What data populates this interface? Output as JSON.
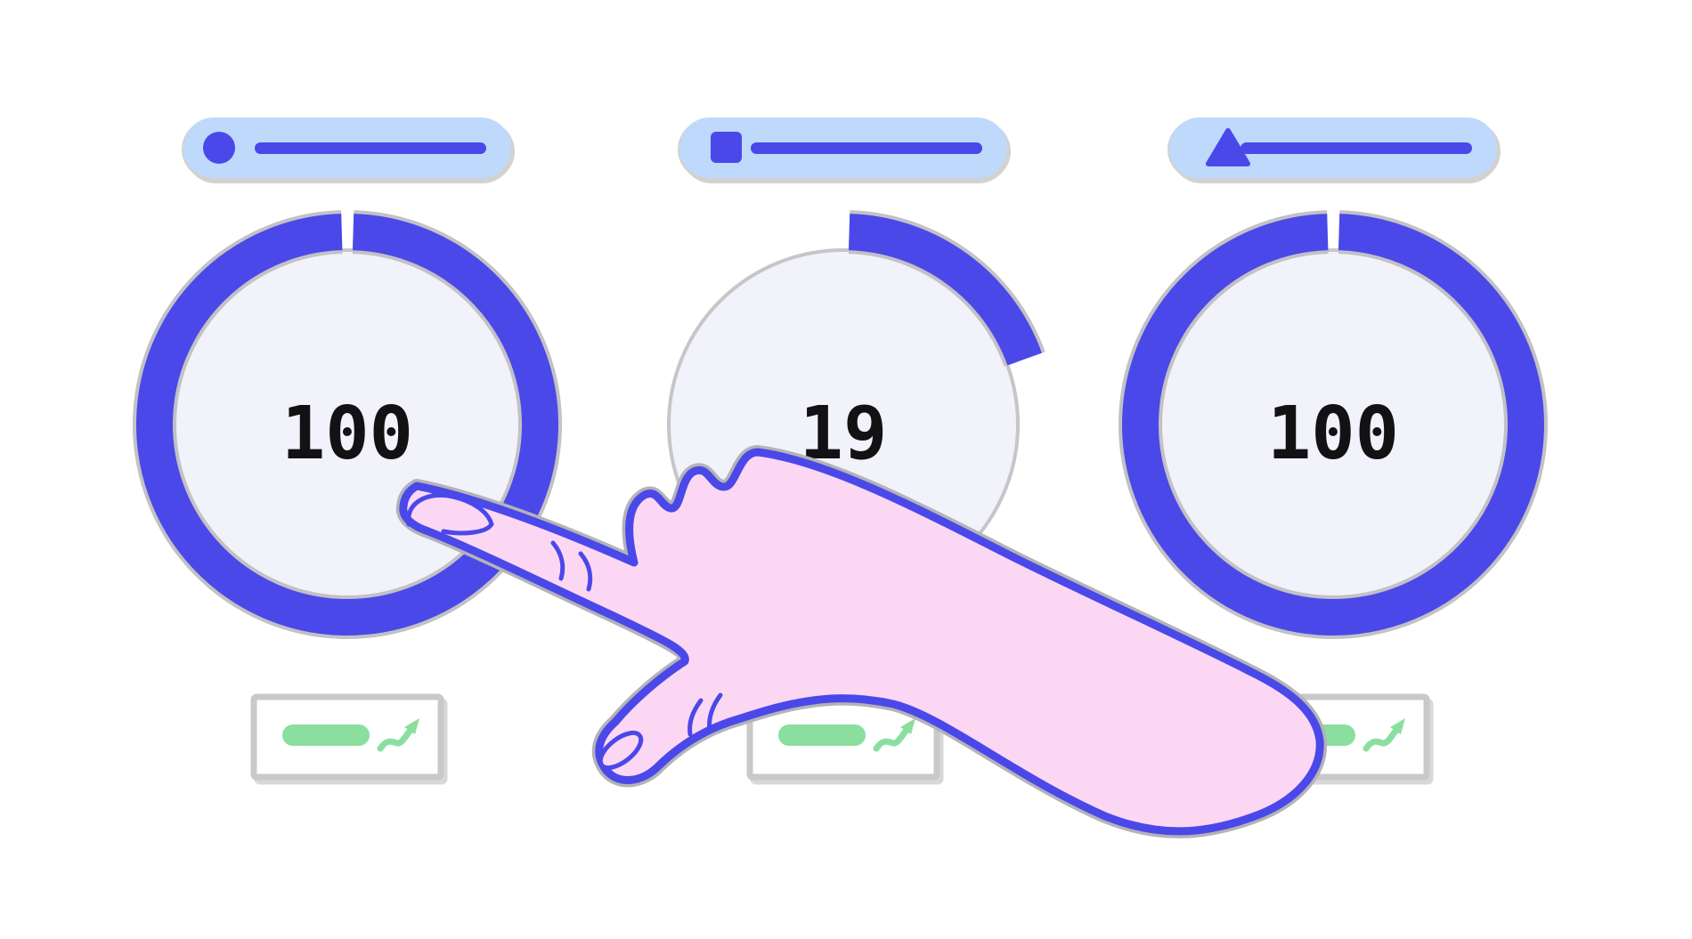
{
  "colors": {
    "bg": "#ffffff",
    "accent": "#4b48e9",
    "pill": "#bed9fb",
    "inner": "#f1f2fa",
    "green": "#8adf9f",
    "border": "#c9c9c9",
    "pink": "#fbd7f4",
    "ink": "#121214",
    "shadow": "#d2d2d2"
  },
  "gauges": [
    {
      "icon": "circle-icon",
      "value": "100",
      "percent": 100
    },
    {
      "icon": "square-icon",
      "value": "19",
      "percent": 19
    },
    {
      "icon": "triangle-icon",
      "value": "100",
      "percent": 100
    }
  ],
  "chart_data": {
    "type": "gauge",
    "title": "",
    "gauges": [
      {
        "legend_icon": "circle",
        "value": 100,
        "min": 0,
        "max": 100
      },
      {
        "legend_icon": "square",
        "value": 19,
        "min": 0,
        "max": 100
      },
      {
        "legend_icon": "triangle",
        "value": 100,
        "min": 0,
        "max": 100
      }
    ],
    "layout": "three score gauges in a row, legend pill above each, metric card below each, cartoon hand pointing at first gauge"
  }
}
